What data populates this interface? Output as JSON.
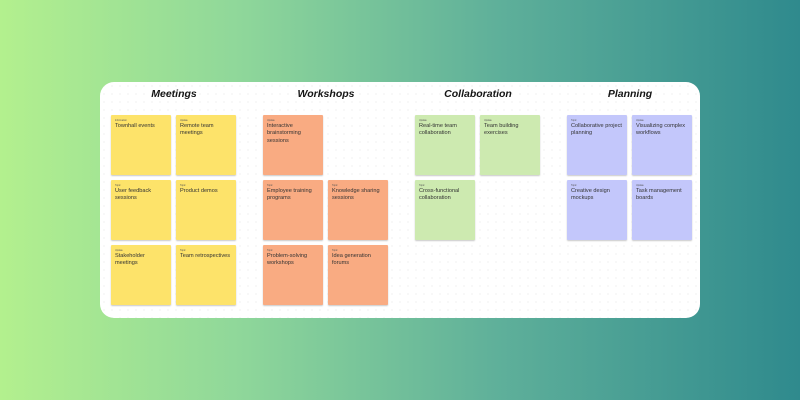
{
  "columns": [
    {
      "title": "Meetings",
      "notes": [
        {
          "tag": "Information",
          "text": "Townhall events"
        },
        {
          "tag": "Update",
          "text": "Remote team meetings"
        },
        {
          "tag": "Topic",
          "text": "User feedback sessions"
        },
        {
          "tag": "Topic",
          "text": "Product demos"
        },
        {
          "tag": "Update",
          "text": "Stakeholder meetings"
        },
        {
          "tag": "Topic",
          "text": "Team retrospectives"
        }
      ]
    },
    {
      "title": "Workshops",
      "notes": [
        {
          "tag": "Update",
          "text": "Interactive brainstorming sessions"
        },
        {
          "tag": "Topic",
          "text": "Employee training programs"
        },
        {
          "tag": "Topic",
          "text": "Knowledge sharing sessions"
        },
        {
          "tag": "Topic",
          "text": "Problem-solving workshops"
        },
        {
          "tag": "Topic",
          "text": "Idea generation forums"
        }
      ]
    },
    {
      "title": "Collaboration",
      "notes": [
        {
          "tag": "Update",
          "text": "Real-time team collaboration"
        },
        {
          "tag": "Update",
          "text": "Team building exercises"
        },
        {
          "tag": "Topic",
          "text": "Cross-functional collaboration"
        }
      ]
    },
    {
      "title": "Planning",
      "notes": [
        {
          "tag": "Topic",
          "text": "Collaborative project planning"
        },
        {
          "tag": "Update",
          "text": "Visualizing complex workflows"
        },
        {
          "tag": "Topic",
          "text": "Creative design mockups"
        },
        {
          "tag": "Update",
          "text": "Task management boards"
        }
      ]
    }
  ],
  "colors": {
    "meetings": "#fde36a",
    "workshops": "#f9ab82",
    "collaboration": "#cdeab0",
    "planning": "#c3c7fb"
  }
}
